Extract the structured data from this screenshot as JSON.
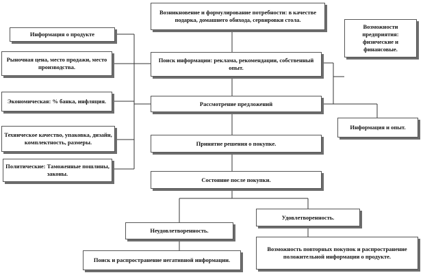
{
  "diagram": {
    "need": "Возникновение и формулирование потребности: в качестве подарка, домашнего обихода, сервировки стола.",
    "search": "Поиск информации: реклама, рекомендации, собственный опыт.",
    "consideration": "Рассмотрение предложений",
    "decision": "Принятие решения о покупке.",
    "post_purchase": "Состояние после покупки.",
    "dissatisfaction": "Неудовлетворенность.",
    "satisfaction": "Удовлетворенность.",
    "negative_info": "Поиск и распространение негативной информации.",
    "repeat_purchase": "Возможность повторных покупок и распространение положительной информации о продукте.",
    "product_info": "Информация о продукте",
    "market_price": "Рыночная цена, место продажи, место производства.",
    "economic": "Экономическая: % банка, инфляция.",
    "technical": "Техническое качество, упаковка, дизайн, комплектность, размеры.",
    "political": "Политические: Таможенные пошлины, законы.",
    "company_capabilities": "Возможности предприятия: физические и финансовые.",
    "info_experience": "Информация и опыт."
  }
}
